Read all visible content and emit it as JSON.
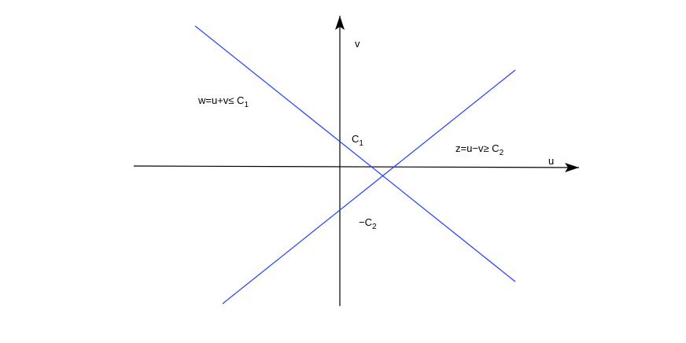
{
  "axes": {
    "x_label": "u",
    "y_label": "v",
    "axis_color": "#000000"
  },
  "lines": [
    {
      "name": "w-line",
      "label_main": "w=u+v≤ C",
      "label_sub": "1",
      "color": "#1f3fff"
    },
    {
      "name": "z-line",
      "label_main": "z=u−v≥ C",
      "label_sub": "2",
      "color": "#1f3fff"
    }
  ],
  "intercepts": {
    "c1_main": "C",
    "c1_sub": "1",
    "neg_c2_main": "−C",
    "neg_c2_sub": "2"
  }
}
